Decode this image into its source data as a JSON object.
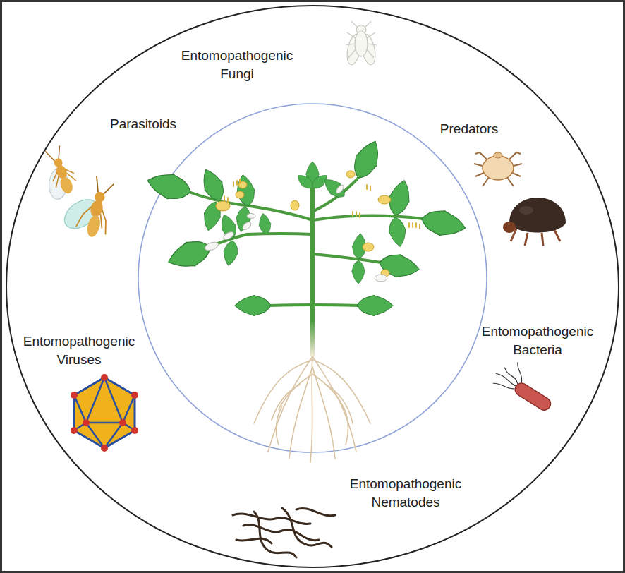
{
  "diagram": {
    "labels": [
      "Entomopathogenic Fungi",
      "Parasitoids",
      "Predators",
      "Entomopathogenic Viruses",
      "Entomopathogenic Bacteria",
      "Entomopathogenic Nematodes"
    ]
  }
}
